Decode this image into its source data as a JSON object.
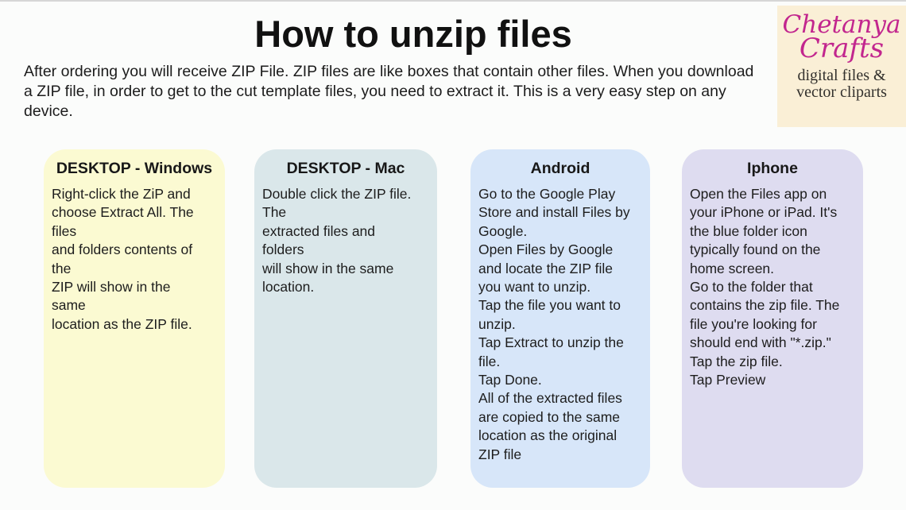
{
  "page": {
    "title": "How to unzip files",
    "intro": "After ordering you will receive ZIP File. ZIP files are like boxes that contain other files. When you download a ZIP file, in order to get to the cut template files, you need to extract it. This is a very easy step on any device."
  },
  "logo": {
    "brand_line1": "Chetanya",
    "brand_line2": "Crafts",
    "tagline_line1": "digital files &",
    "tagline_line2": "vector cliparts",
    "background": "#faefd6",
    "brand_color": "#c2268e"
  },
  "cards": [
    {
      "title": "DESKTOP - Windows",
      "background": "#fbfad2",
      "body": [
        "Right-click the ZiP and",
        "choose Extract All. The",
        "files",
        "and folders contents of",
        "the",
        "ZIP will show in the",
        "same",
        "location as the ZIP file."
      ]
    },
    {
      "title": "DESKTOP - Mac",
      "background": "#dae7ea",
      "body": [
        "Double click the ZIP file.",
        "The",
        "extracted files and",
        "folders",
        "will show in the same",
        "location."
      ]
    },
    {
      "title": "Android",
      "background": "#d7e6f9",
      "body": [
        "Go to the Google Play",
        "Store and install Files by",
        "Google.",
        "Open Files by Google",
        "and locate the ZIP file",
        "you want to unzip.",
        "Tap the file you want to",
        "unzip.",
        "Tap Extract to unzip the",
        "file.",
        "Tap Done.",
        "All of the extracted files",
        "are copied to the same",
        "location as the original",
        "ZIP file"
      ]
    },
    {
      "title": "Iphone",
      "background": "#dedcf0",
      "body": [
        "Open the Files app on",
        "your iPhone or iPad. It's",
        "the blue folder icon",
        "typically found on the",
        "home screen.",
        "Go to the folder that",
        "contains the zip file. The",
        "file you're looking for",
        "should end with \"*.zip.\"",
        "Tap the zip file.",
        "Tap Preview"
      ]
    }
  ]
}
